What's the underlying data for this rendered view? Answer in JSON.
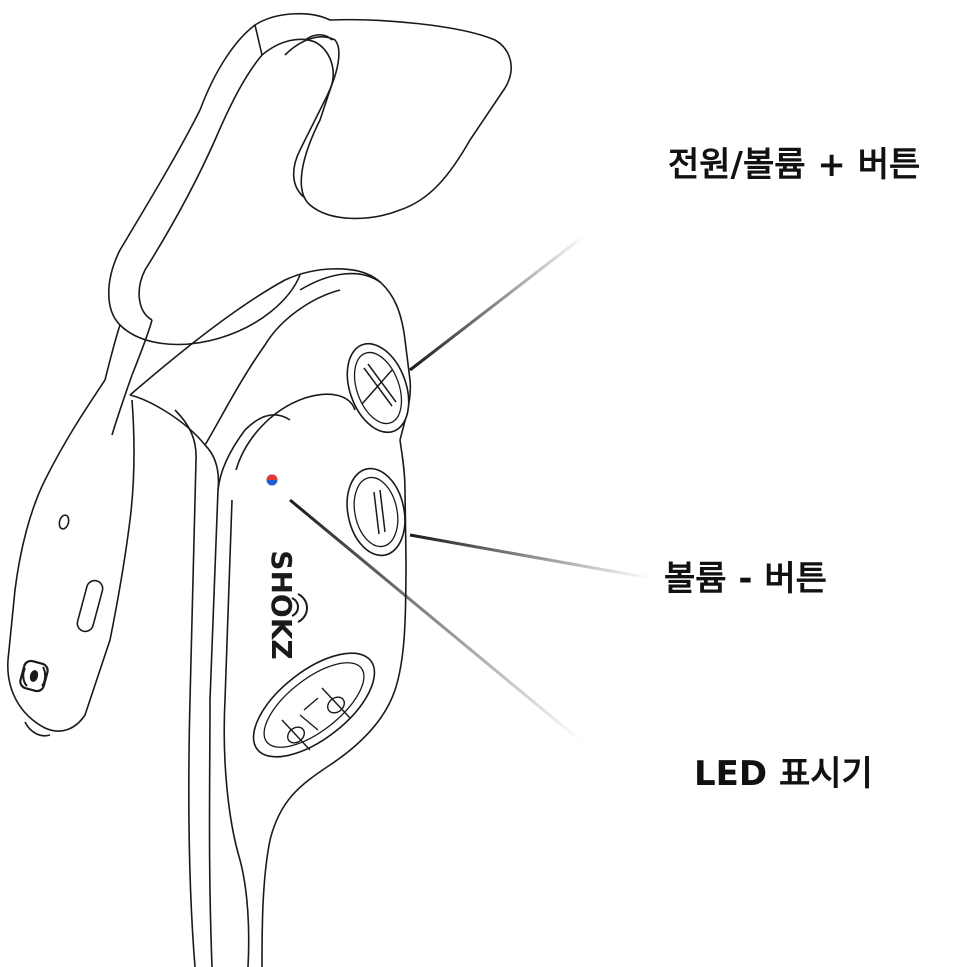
{
  "labels": {
    "power_volume_up": "전원/볼륨 + 버튼",
    "volume_down": "볼륨 - 버튼",
    "led_indicator": "LED 표시기"
  },
  "device": {
    "logo": "SHOKZ"
  },
  "colors": {
    "outline": "#1a1a1a",
    "background": "#ffffff",
    "led_blue": "#1f5fd1",
    "led_red": "#e53935",
    "leader_line": "#1a1a1a"
  },
  "icons": {
    "plus_button": "plus-icon",
    "minus_button": "minus-icon",
    "multifunction_button": "multifunction-icon",
    "mic_badge": "sound-wave-icon"
  }
}
